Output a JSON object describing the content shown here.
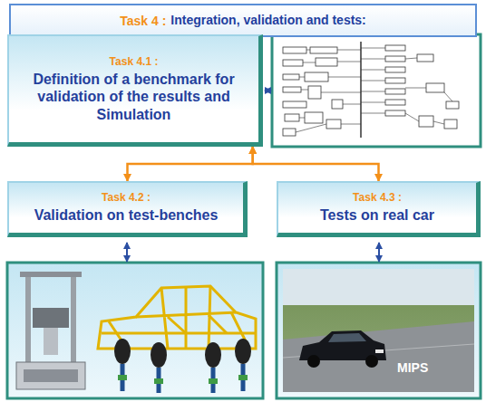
{
  "diagram": {
    "nodes": [
      {
        "text": [
          "Task 4 :",
          "Integration, validation and tests:"
        ]
      },
      {
        "text": [
          "Task 4.1 :",
          "Definition of a benchmark for validation of the results and Simulation"
        ]
      },
      {
        "text": [
          "Task 4.2 :",
          "Validation on test-benches"
        ]
      },
      {
        "text": [
          "Task 4.3 :",
          "Tests on real car"
        ]
      }
    ],
    "edges": [
      {
        "from": 2,
        "to": 1,
        "arrow": "both"
      },
      {
        "from": 3,
        "to": 1,
        "arrow": "both"
      }
    ],
    "labels": [
      "MIPS"
    ]
  }
}
